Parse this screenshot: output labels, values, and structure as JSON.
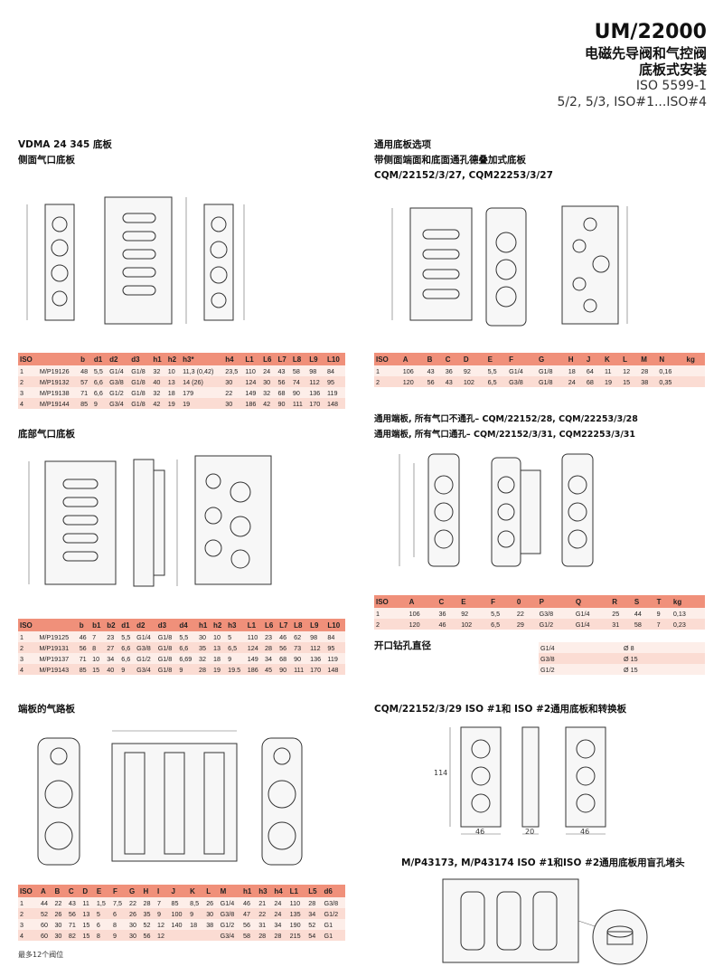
{
  "header": {
    "title": "UM/22000",
    "subtitle1": "电磁先导阀和气控阀",
    "subtitle2": "底板式安装",
    "standard": "ISO 5599-1",
    "range": "5/2, 5/3, ISO#1...ISO#4"
  },
  "sec1": {
    "title1": "VDMA 24 345 底板",
    "title2": "侧面气口底板",
    "headers": [
      "ISO",
      "",
      "b",
      "d1",
      "d2",
      "d3",
      "h1",
      "h2",
      "h3*",
      "h4",
      "L1",
      "L6",
      "L7",
      "L8",
      "L9",
      "L10"
    ],
    "rows": [
      [
        "1",
        "M/P19126",
        "48",
        "5,5",
        "G1/4",
        "G1/8",
        "32",
        "10",
        "11,3 (0,42)",
        "23,5",
        "110",
        "24",
        "43",
        "58",
        "98",
        "84"
      ],
      [
        "2",
        "M/P19132",
        "57",
        "6,6",
        "G3/8",
        "G1/8",
        "40",
        "13",
        "14 (26)",
        "30",
        "124",
        "30",
        "56",
        "74",
        "112",
        "95"
      ],
      [
        "3",
        "M/P19138",
        "71",
        "6,6",
        "G1/2",
        "G1/8",
        "32",
        "18",
        "179",
        "22",
        "149",
        "32",
        "68",
        "90",
        "136",
        "119"
      ],
      [
        "4",
        "M/P19144",
        "85",
        "9",
        "G3/4",
        "G1/8",
        "42",
        "19",
        "19",
        "30",
        "186",
        "42",
        "90",
        "111",
        "170",
        "148"
      ]
    ]
  },
  "sec2": {
    "title": "底部气口底板",
    "headers": [
      "ISO",
      "",
      "b",
      "b1",
      "b2",
      "d1",
      "d2",
      "d3",
      "d4",
      "h1",
      "h2",
      "h3",
      "L1",
      "L6",
      "L7",
      "L8",
      "L9",
      "L10"
    ],
    "rows": [
      [
        "1",
        "M/P19125",
        "46",
        "7",
        "23",
        "5,5",
        "G1/4",
        "G1/8",
        "5,5",
        "30",
        "10",
        "5",
        "110",
        "23",
        "46",
        "62",
        "98",
        "84"
      ],
      [
        "2",
        "M/P19131",
        "56",
        "8",
        "27",
        "6,6",
        "G3/8",
        "G1/8",
        "6,6",
        "35",
        "13",
        "6,5",
        "124",
        "28",
        "56",
        "73",
        "112",
        "95"
      ],
      [
        "3",
        "M/P19137",
        "71",
        "10",
        "34",
        "6,6",
        "G1/2",
        "G1/8",
        "6,69",
        "32",
        "18",
        "9",
        "149",
        "34",
        "68",
        "90",
        "136",
        "119"
      ],
      [
        "4",
        "M/P19143",
        "85",
        "15",
        "40",
        "9",
        "G3/4",
        "G1/8",
        "9",
        "28",
        "19",
        "19.5",
        "186",
        "45",
        "90",
        "111",
        "170",
        "148"
      ]
    ]
  },
  "sec3": {
    "title": "端板的气路板",
    "headers": [
      "ISO",
      "A",
      "B",
      "C",
      "D",
      "E",
      "F",
      "G",
      "H",
      "I",
      "J",
      "K",
      "L",
      "M",
      "h1",
      "h3",
      "h4",
      "L1",
      "L5",
      "d6"
    ],
    "rows": [
      [
        "1",
        "44",
        "22",
        "43",
        "11",
        "1,5",
        "7,5",
        "22",
        "28",
        "7",
        "85",
        "8,5",
        "26",
        "G1/4",
        "46",
        "21",
        "24",
        "110",
        "28",
        "G3/8"
      ],
      [
        "2",
        "52",
        "26",
        "56",
        "13",
        "5",
        "6",
        "26",
        "35",
        "9",
        "100",
        "9",
        "30",
        "G3/8",
        "47",
        "22",
        "24",
        "135",
        "34",
        "G1/2"
      ],
      [
        "3",
        "60",
        "30",
        "71",
        "15",
        "6",
        "8",
        "30",
        "52",
        "12",
        "140",
        "18",
        "38",
        "G1/2",
        "56",
        "31",
        "34",
        "190",
        "52",
        "G1"
      ],
      [
        "4",
        "60",
        "30",
        "82",
        "15",
        "8",
        "9",
        "30",
        "56",
        "12",
        "",
        "",
        "",
        "G3/4",
        "58",
        "28",
        "28",
        "215",
        "54",
        "G1"
      ]
    ],
    "note": "最多12个阀位"
  },
  "sec4": {
    "title1": "通用底板选项",
    "title2": "带侧面端面和底面通孔德叠加式底板",
    "title3": "CQM/22152/3/27, CQM22253/3/27",
    "headers": [
      "ISO",
      "A",
      "B",
      "C",
      "D",
      "E",
      "F",
      "G",
      "H",
      "J",
      "K",
      "L",
      "M",
      "N",
      "kg"
    ],
    "rows": [
      [
        "1",
        "106",
        "43",
        "36",
        "92",
        "5,5",
        "G1/4",
        "G1/8",
        "18",
        "64",
        "11",
        "12",
        "28",
        "0,16"
      ],
      [
        "2",
        "120",
        "56",
        "43",
        "102",
        "6,5",
        "G3/8",
        "G1/8",
        "24",
        "68",
        "19",
        "15",
        "38",
        "0,35"
      ]
    ]
  },
  "sec5": {
    "title1": "通用端板, 所有气口不通孔– CQM/22152/28, CQM/22253/3/28",
    "title2": "通用端板, 所有气口通孔– CQM/22152/3/31, CQM22253/3/31",
    "headers": [
      "ISO",
      "A",
      "C",
      "E",
      "F",
      "0",
      "P",
      "Q",
      "R",
      "S",
      "T",
      "kg"
    ],
    "rows": [
      [
        "1",
        "106",
        "36",
        "92",
        "5,5",
        "22",
        "G3/8",
        "G1/4",
        "25",
        "44",
        "9",
        "0,13"
      ],
      [
        "2",
        "120",
        "46",
        "102",
        "6,5",
        "29",
        "G1/2",
        "G1/4",
        "31",
        "58",
        "7",
        "0,23"
      ]
    ]
  },
  "sec6": {
    "title": "开口钻孔直径",
    "rows": [
      [
        "G1/4",
        "Ø 8"
      ],
      [
        "G3/8",
        "Ø 15"
      ],
      [
        "G1/2",
        "Ø 15"
      ]
    ]
  },
  "sec7": {
    "title": "CQM/22152/3/29 ISO #1和 ISO #2通用底板和转换板",
    "dim_h": "114",
    "dim_w1": "46",
    "dim_w2": "20",
    "dim_w3": "46"
  },
  "sec8": {
    "title": "M/P43173, M/P43174 ISO #1和ISO #2通用底板用盲孔堵头"
  }
}
